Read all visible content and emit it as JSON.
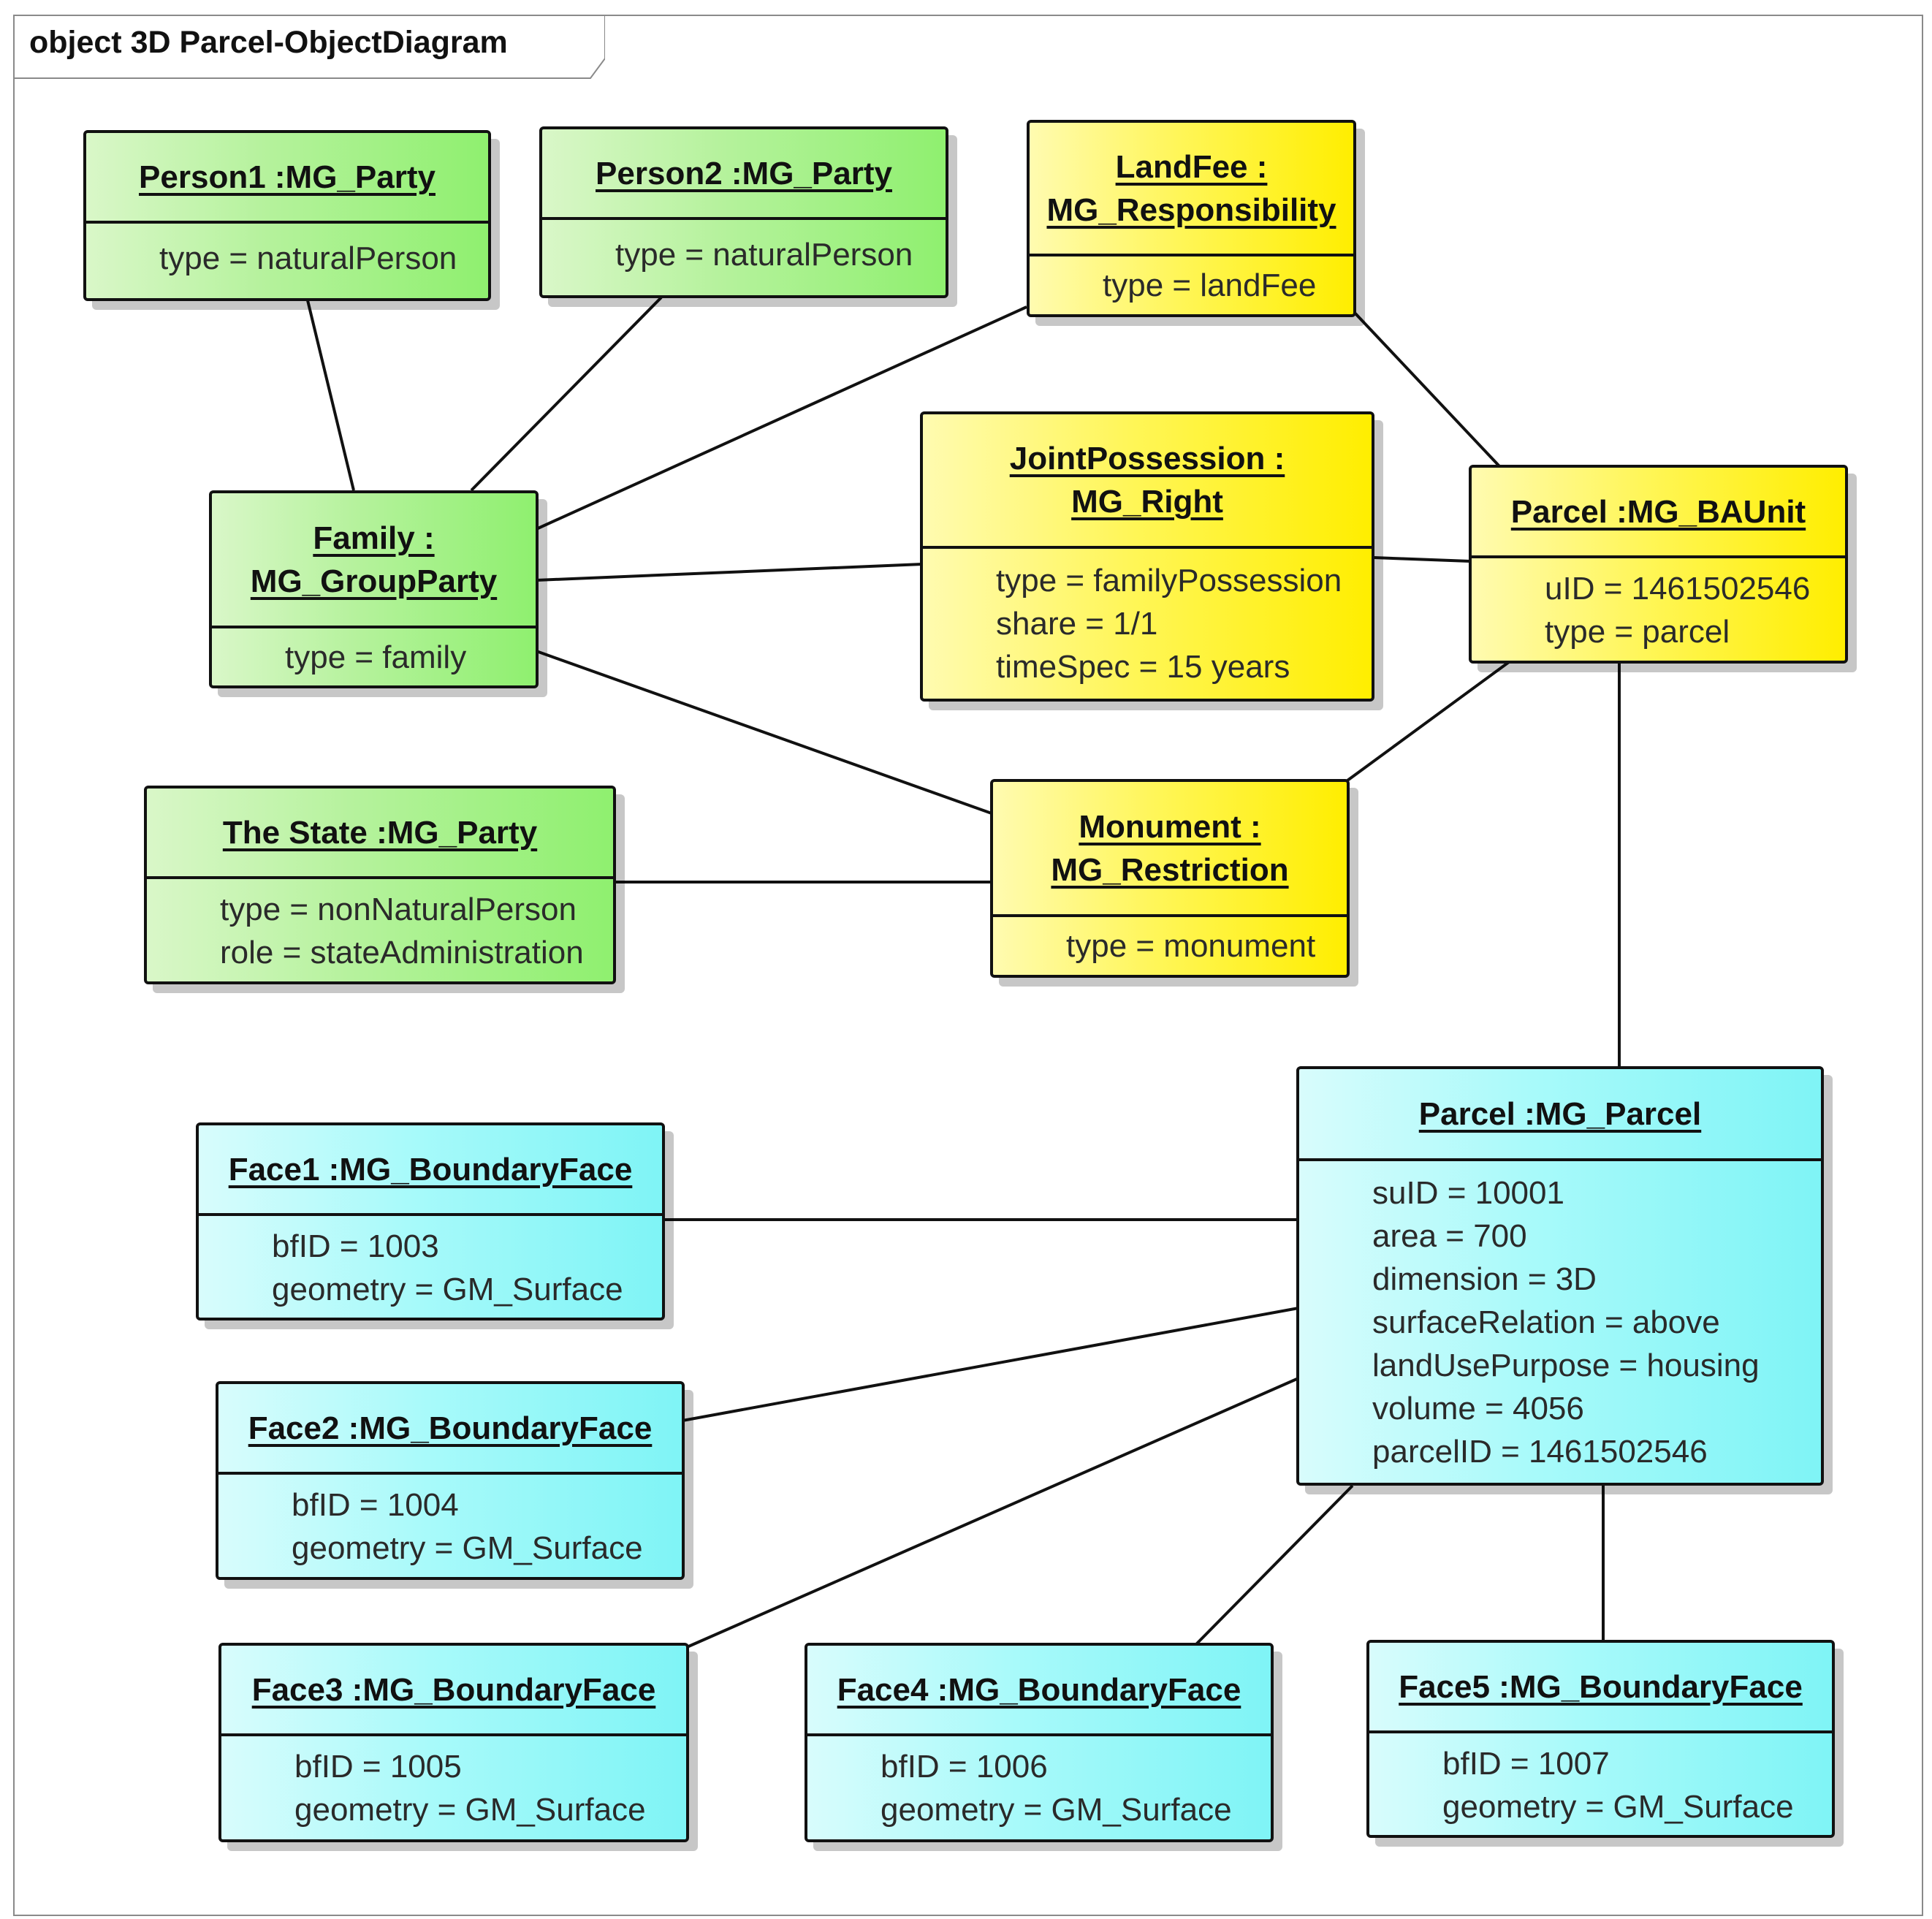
{
  "diagram": {
    "frame_title": "object 3D Parcel-ObjectDiagram"
  },
  "objects": {
    "person1": {
      "name": "Person1 :MG_Party",
      "attrs": [
        "type = naturalPerson"
      ]
    },
    "person2": {
      "name": "Person2 :MG_Party",
      "attrs": [
        "type = naturalPerson"
      ]
    },
    "landfee": {
      "name": "LandFee :\nMG_Responsibility",
      "attrs": [
        "type = landFee"
      ]
    },
    "family": {
      "name": "Family :\nMG_GroupParty",
      "attrs": [
        "type = family"
      ]
    },
    "joint": {
      "name": "JointPossession :\nMG_Right",
      "attrs": [
        "type = familyPossession",
        "share = 1/1",
        "timeSpec = 15 years"
      ]
    },
    "baunit": {
      "name": "Parcel :MG_BAUnit",
      "attrs": [
        "uID = 1461502546",
        "type = parcel"
      ]
    },
    "state": {
      "name": "The State :MG_Party",
      "attrs": [
        "type = nonNaturalPerson",
        "role = stateAdministration"
      ]
    },
    "monument": {
      "name": "Monument :\nMG_Restriction",
      "attrs": [
        "type = monument"
      ]
    },
    "parcel": {
      "name": "Parcel :MG_Parcel",
      "attrs": [
        "suID = 10001",
        "area = 700",
        "dimension = 3D",
        "surfaceRelation = above",
        "landUsePurpose = housing",
        "volume = 4056",
        "parcelID = 1461502546"
      ]
    },
    "face1": {
      "name": "Face1 :MG_BoundaryFace",
      "attrs": [
        "bfID = 1003",
        "geometry = GM_Surface"
      ]
    },
    "face2": {
      "name": "Face2 :MG_BoundaryFace",
      "attrs": [
        "bfID = 1004",
        "geometry = GM_Surface"
      ]
    },
    "face3": {
      "name": "Face3 :MG_BoundaryFace",
      "attrs": [
        "bfID = 1005",
        "geometry = GM_Surface"
      ]
    },
    "face4": {
      "name": "Face4 :MG_BoundaryFace",
      "attrs": [
        "bfID = 1006",
        "geometry = GM_Surface"
      ]
    },
    "face5": {
      "name": "Face5 :MG_BoundaryFace",
      "attrs": [
        "bfID = 1007",
        "geometry = GM_Surface"
      ]
    }
  },
  "colors": {
    "party": "#99f07a",
    "rrr": "#fff65a",
    "spatial": "#a8fafa",
    "line": "#111111"
  }
}
